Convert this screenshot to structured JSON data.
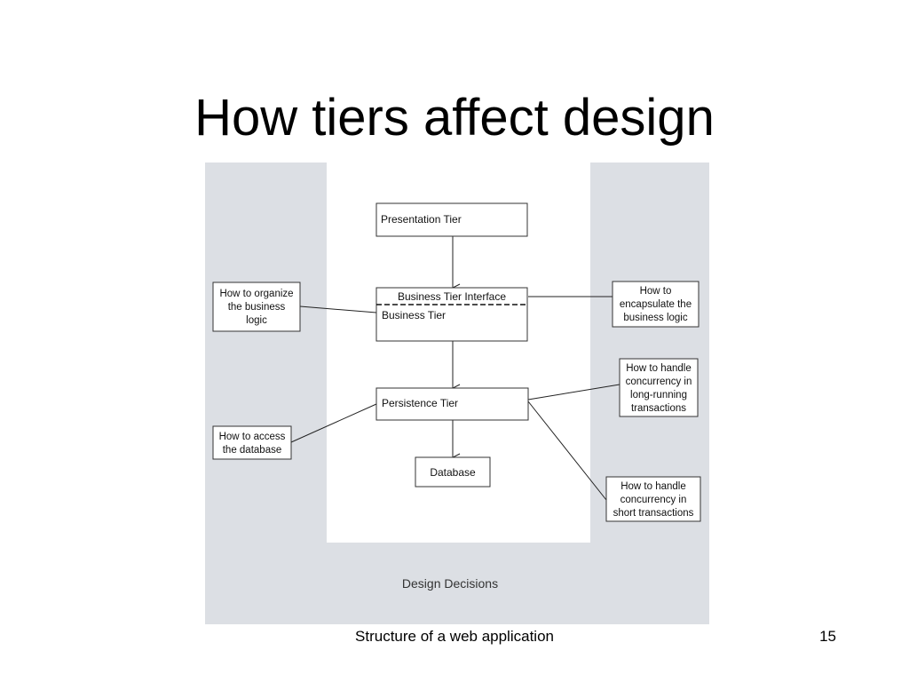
{
  "slide": {
    "title": "How tiers affect design",
    "footer": "Structure of a web application",
    "page_number": "15"
  },
  "diagram": {
    "tiers": {
      "presentation": "Presentation Tier",
      "business_interface": "Business Tier Interface",
      "business": "Business Tier",
      "persistence": "Persistence Tier",
      "database": "Database"
    },
    "decisions": {
      "organize_logic": [
        "How to organize",
        "the business",
        "logic"
      ],
      "encapsulate_logic": [
        "How to",
        "encapsulate the",
        "business logic"
      ],
      "concurrency_long": [
        "How to handle",
        "concurrency in",
        "long-running",
        "transactions"
      ],
      "access_database": [
        "How to access",
        "the database"
      ],
      "concurrency_short": [
        "How to handle",
        "concurrency in",
        "short transactions"
      ]
    },
    "caption": "Design Decisions"
  },
  "colors": {
    "panel_gray": "#dcdfe4",
    "box_border": "#333333",
    "line": "#222222"
  }
}
